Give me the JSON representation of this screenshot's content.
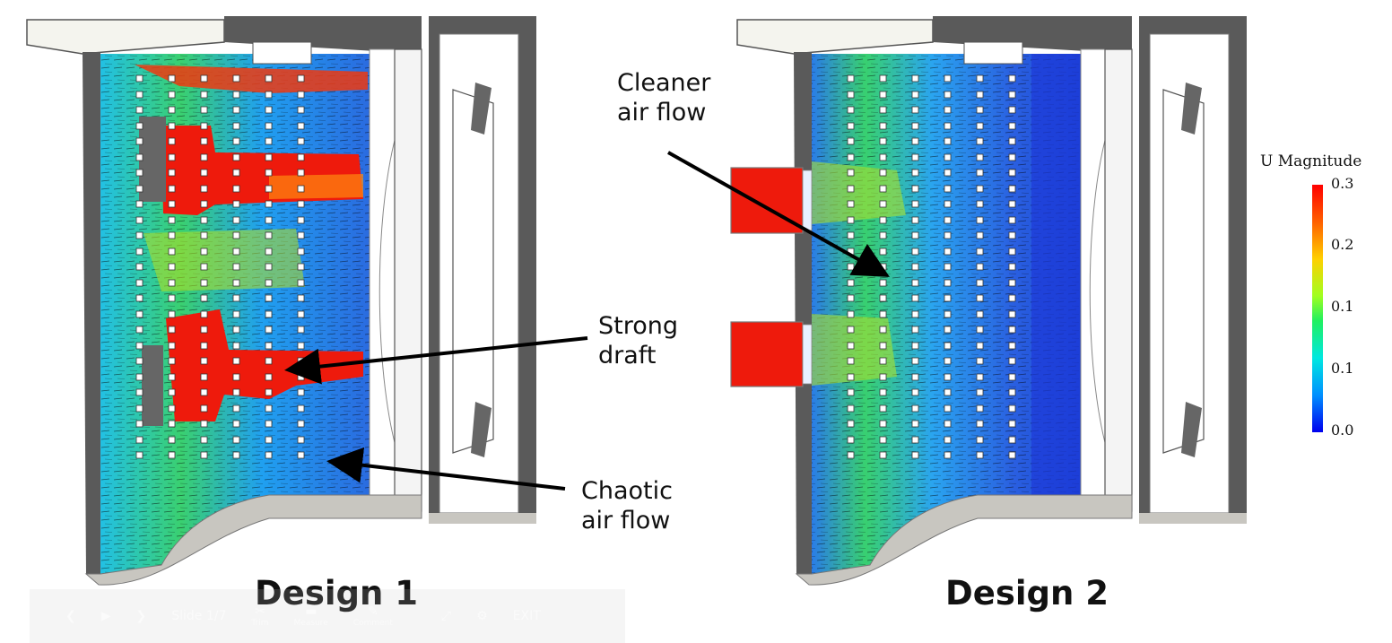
{
  "designs": [
    {
      "label": "Design 1"
    },
    {
      "label": "Design 2"
    }
  ],
  "annotations": {
    "cleaner": "Cleaner\nair flow",
    "strong": "Strong\ndraft",
    "chaotic": "Chaotic\nair flow"
  },
  "legend": {
    "title": "U Magnitude",
    "ticks": [
      "0.3",
      "0.2",
      "0.1",
      "0.1",
      "0.0"
    ],
    "colors": [
      "#ff0000",
      "#ff8000",
      "#ffff00",
      "#00ff60",
      "#00e0ff",
      "#00a0ff",
      "#0000ff"
    ]
  },
  "toolbar": {
    "slide_label": "Slide 1/7",
    "tool1": "Trim",
    "tool2": "Measure",
    "tool3": "Comment",
    "exit": "EXIT"
  },
  "colors": {
    "wall_dark": "#555555",
    "wall_light": "#c8c6c0",
    "flow_blue": "#2a6be0",
    "flow_cyan": "#22c8e8",
    "flow_green": "#40d860",
    "flow_red": "#ee1a0c"
  }
}
